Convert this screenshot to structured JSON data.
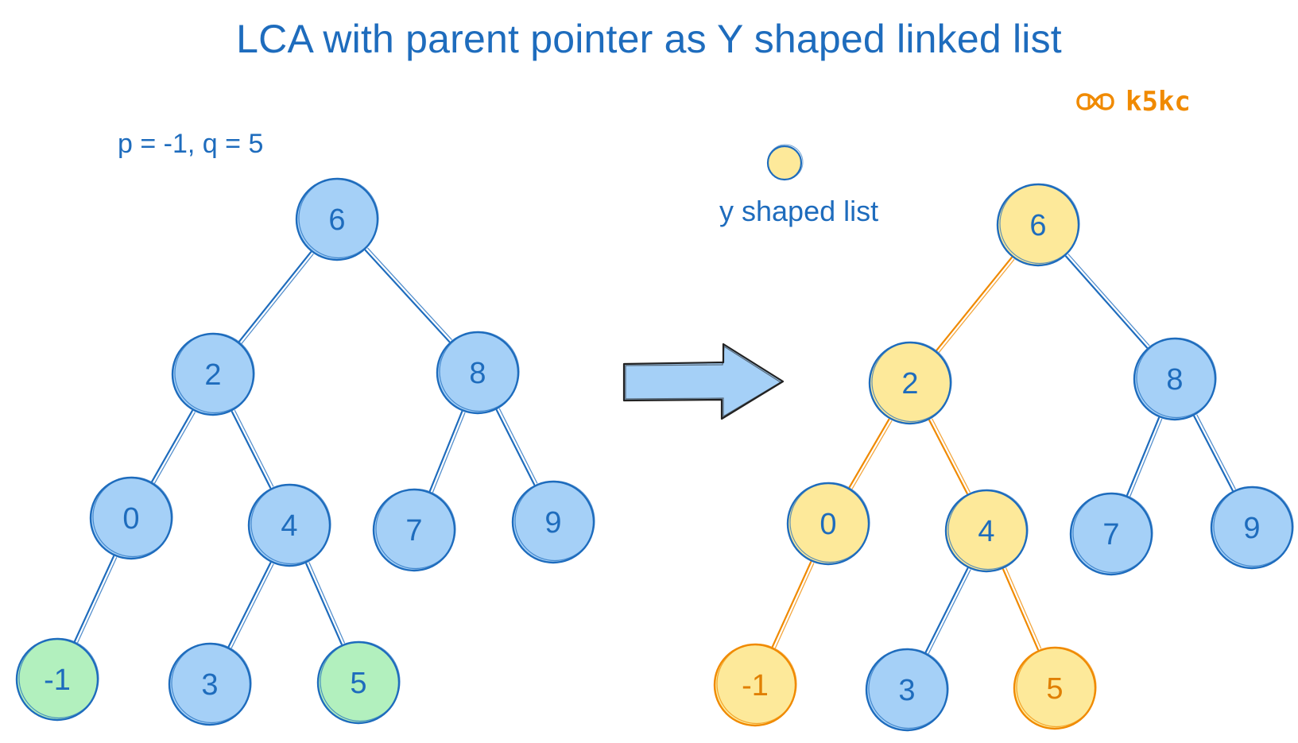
{
  "title": "LCA with parent pointer as Y shaped linked list",
  "params": "p = -1, q = 5",
  "legend": {
    "label": "y shaped list"
  },
  "brand": {
    "text": "k5kc",
    "icon": "infinity-logo-icon"
  },
  "colors": {
    "node_blue_fill": "#a5d0f7",
    "node_blue_stroke": "#1e6cbd",
    "node_green_fill": "#b2f0be",
    "node_yellow_fill": "#fde99a",
    "edge_blue": "#1e6cbd",
    "edge_orange": "#f08a00",
    "text_blue": "#1e6cbd",
    "text_orange": "#e07f00"
  },
  "left_tree": {
    "nodes": [
      {
        "id": "6",
        "label": "6",
        "color": "blue"
      },
      {
        "id": "2",
        "label": "2",
        "color": "blue"
      },
      {
        "id": "8",
        "label": "8",
        "color": "blue"
      },
      {
        "id": "0",
        "label": "0",
        "color": "blue"
      },
      {
        "id": "4",
        "label": "4",
        "color": "blue"
      },
      {
        "id": "7",
        "label": "7",
        "color": "blue"
      },
      {
        "id": "9",
        "label": "9",
        "color": "blue"
      },
      {
        "id": "-1",
        "label": "-1",
        "color": "green"
      },
      {
        "id": "3",
        "label": "3",
        "color": "blue"
      },
      {
        "id": "5",
        "label": "5",
        "color": "green"
      }
    ],
    "edges": [
      {
        "from": "6",
        "to": "2",
        "color": "blue"
      },
      {
        "from": "6",
        "to": "8",
        "color": "blue"
      },
      {
        "from": "2",
        "to": "0",
        "color": "blue"
      },
      {
        "from": "2",
        "to": "4",
        "color": "blue"
      },
      {
        "from": "8",
        "to": "7",
        "color": "blue"
      },
      {
        "from": "8",
        "to": "9",
        "color": "blue"
      },
      {
        "from": "0",
        "to": "-1",
        "color": "blue"
      },
      {
        "from": "4",
        "to": "3",
        "color": "blue"
      },
      {
        "from": "4",
        "to": "5",
        "color": "blue"
      }
    ]
  },
  "right_tree": {
    "nodes": [
      {
        "id": "6",
        "label": "6",
        "color": "yellow"
      },
      {
        "id": "2",
        "label": "2",
        "color": "yellow"
      },
      {
        "id": "8",
        "label": "8",
        "color": "blue"
      },
      {
        "id": "0",
        "label": "0",
        "color": "yellow"
      },
      {
        "id": "4",
        "label": "4",
        "color": "yellow"
      },
      {
        "id": "7",
        "label": "7",
        "color": "blue"
      },
      {
        "id": "9",
        "label": "9",
        "color": "blue"
      },
      {
        "id": "-1",
        "label": "-1",
        "color": "yellow-orange"
      },
      {
        "id": "3",
        "label": "3",
        "color": "blue"
      },
      {
        "id": "5",
        "label": "5",
        "color": "yellow-orange"
      }
    ],
    "edges": [
      {
        "from": "6",
        "to": "2",
        "color": "orange"
      },
      {
        "from": "6",
        "to": "8",
        "color": "blue"
      },
      {
        "from": "2",
        "to": "0",
        "color": "orange"
      },
      {
        "from": "2",
        "to": "4",
        "color": "orange"
      },
      {
        "from": "8",
        "to": "7",
        "color": "blue"
      },
      {
        "from": "8",
        "to": "9",
        "color": "blue"
      },
      {
        "from": "0",
        "to": "-1",
        "color": "orange"
      },
      {
        "from": "4",
        "to": "3",
        "color": "blue"
      },
      {
        "from": "4",
        "to": "5",
        "color": "orange"
      }
    ]
  }
}
